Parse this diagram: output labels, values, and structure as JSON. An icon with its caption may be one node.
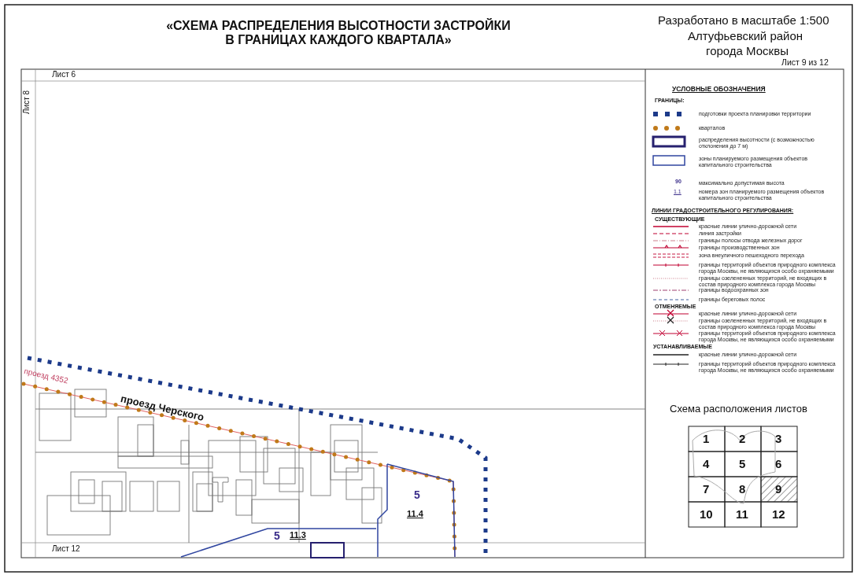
{
  "diagram": {
    "title": "«СХЕМА РАСПРЕДЕЛЕНИЯ ВЫСОТНОСТИ ЗАСТРОЙКИ В ГРАНИЦАХ КАЖДОГО КВАРТАЛА»",
    "labels": [
      "Разработано в масштабе 1:500",
      "Алтуфьевский район",
      "города Москвы",
      "Лист 9 из 12",
      "Лист 6",
      "Лист 8",
      "Лист 12",
      "проезд 4352",
      "проезд Черского",
      "5",
      "11.4",
      "5",
      "11.3",
      "УСЛОВНЫЕ ОБОЗНАЧЕНИЯ",
      "ГРАНИЦЫ:",
      "90",
      "1.1",
      "ЛИНИИ ГРАДОСТРОИТЕЛЬНОГО РЕГУЛИРОВАНИЯ:",
      "СУЩЕСТВУЮЩИЕ",
      "ОТМЕНЯЕМЫЕ",
      "УСТАНАВЛИВАЕМЫЕ",
      "Схема расположения листов",
      "1",
      "2",
      "3",
      "4",
      "5",
      "6",
      "7",
      "8",
      "9",
      "10",
      "11",
      "12"
    ],
    "legend": [
      {
        "text": "подготовки проекта планировки территории"
      },
      {
        "text": "кварталов"
      },
      {
        "text": "распределения высотности (с возможностью отклонения до 7 м)"
      },
      {
        "text": "зоны планируемого размещения объектов капитального строительства"
      },
      {
        "text": "максимально допустимая высота"
      },
      {
        "text": "номера зон планируемого размещения объектов капитального строительства"
      },
      {
        "text": "красные линии улично-дорожной сети"
      },
      {
        "text": "линия застройки"
      },
      {
        "text": "границы полосы отвода железных дорог"
      },
      {
        "text": "границы производственных зон"
      },
      {
        "text": "зона внеуличного пешеходного перехода"
      },
      {
        "text": "границы территорий объектов природного комплекса города Москвы, не являющихся особо охраняемыми"
      },
      {
        "text": "границы озелененных территорий, не входящих в состав природного комплекса города Москвы"
      },
      {
        "text": "границы водоохранных зон"
      },
      {
        "text": "границы береговых полос"
      },
      {
        "text": "красные линии улично-дорожной сети"
      },
      {
        "text": "границы озелененных территорий, не входящих в состав природного комплекса города Москвы"
      },
      {
        "text": "границы территорий объектов природного комплекса города Москвы, не являющихся особо охраняемыми"
      },
      {
        "text": "красные линии улично-дорожной сети"
      },
      {
        "text": "границы территорий объектов природного комплекса города Москвы, не являющихся особо охраняемыми"
      }
    ]
  }
}
